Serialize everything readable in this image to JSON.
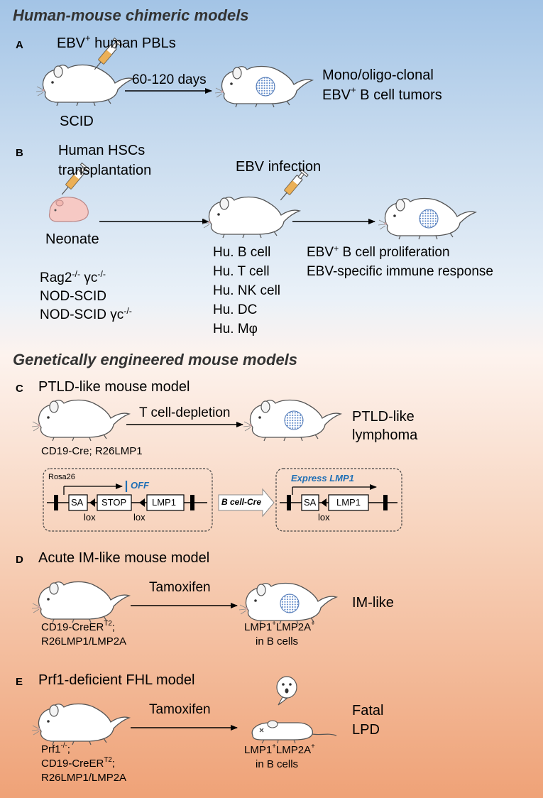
{
  "sections": {
    "chimeric": {
      "heading": "Human-mouse chimeric models"
    },
    "engineered": {
      "heading": "Genetically engineered mouse models"
    }
  },
  "panelA": {
    "letter": "A",
    "injection_pre": "EBV",
    "injection_sup": "+",
    "injection_post": " human PBLs",
    "mouse_label": "SCID",
    "arrow_label": "60-120 days",
    "outcome_line1": "Mono/oligo-clonal",
    "outcome_line2_pre": "EBV",
    "outcome_line2_sup": "+",
    "outcome_line2_post": " B cell tumors"
  },
  "panelB": {
    "letter": "B",
    "transplant_line1": "Human HSCs",
    "transplant_line2": "transplantation",
    "neonate_label": "Neonate",
    "strain1_base": "Rag2",
    "strain1_sup1": "-/-",
    "strain1_mid": " γc",
    "strain1_sup2": "-/-",
    "strain2": "NOD-SCID",
    "strain3_base": "NOD-SCID γc",
    "strain3_sup": "-/-",
    "infection_label": "EBV infection",
    "cells": [
      "Hu. B cell",
      "Hu. T cell",
      "Hu. NK cell",
      "Hu. DC",
      "Hu. Mφ"
    ],
    "outcome_line1_pre": "EBV",
    "outcome_line1_sup": "+",
    "outcome_line1_post": " B cell proliferation",
    "outcome_line2": "EBV-specific immune response"
  },
  "panelC": {
    "letter": "C",
    "title": "PTLD-like mouse model",
    "mouse_label": "CD19-Cre; R26LMP1",
    "arrow_label": "T cell-depletion",
    "outcome_line1": "PTLD-like",
    "outcome_line2": "lymphoma",
    "construct": {
      "locus": "Rosa26",
      "off_label": "OFF",
      "sa": "SA",
      "stop": "STOP",
      "gene": "LMP1",
      "lox": "lox",
      "cre_label": "B cell-Cre",
      "express_label": "Express LMP1"
    }
  },
  "panelD": {
    "letter": "D",
    "title": "Acute IM-like mouse model",
    "mouse_line1_pre": "CD19-CreER",
    "mouse_line1_sup": "T2",
    "mouse_line1_post": ";",
    "mouse_line2": "R26LMP1/LMP2A",
    "arrow_label": "Tamoxifen",
    "result_line1_a": "LMP1",
    "result_line1_sup1": "+",
    "result_line1_b": "LMP2A",
    "result_line1_sup2": "+",
    "result_line2": "in B cells",
    "outcome": "IM-like"
  },
  "panelE": {
    "letter": "E",
    "title": "Prf1-deficient FHL model",
    "mouse_line1_pre": "Prf1",
    "mouse_line1_sup": "-/-",
    "mouse_line1_post": ";",
    "mouse_line2_pre": "CD19-CreER",
    "mouse_line2_sup": "T2",
    "mouse_line2_post": ";",
    "mouse_line3": "R26LMP1/LMP2A",
    "arrow_label": "Tamoxifen",
    "result_line1_a": "LMP1",
    "result_line1_sup1": "+",
    "result_line1_b": "LMP2A",
    "result_line1_sup2": "+",
    "result_line2": "in B cells",
    "outcome_line1": "Fatal",
    "outcome_line2": "LPD"
  },
  "colors": {
    "top_blue": "#a3c4e6",
    "bottom_orange": "#efa277",
    "tumor_blue": "#5a86c8",
    "syringe_orange": "#e8a23a",
    "neonate_pink": "#f6c9c4",
    "off_blue": "#1f6fb5"
  }
}
